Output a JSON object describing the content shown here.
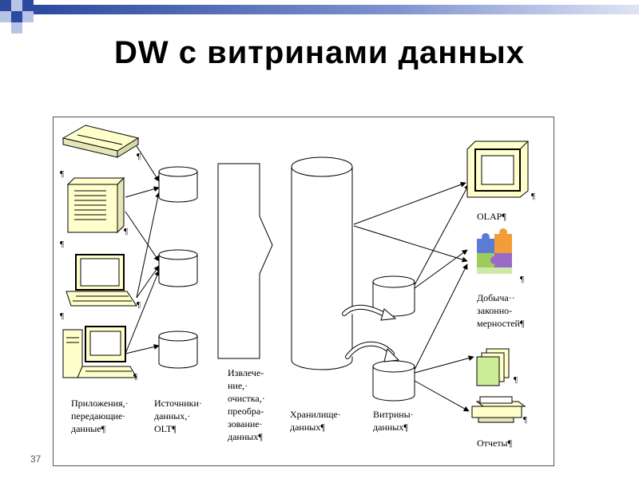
{
  "slide": {
    "title": "DW  с витринами данных",
    "number": "37"
  },
  "diagram": {
    "labels": {
      "apps_1": "Приложения,·",
      "apps_2": "передающие·",
      "apps_3": "данные¶",
      "sources_1": "Источники·",
      "sources_2": "данных,·",
      "sources_3": "OLT¶",
      "etl_1": "Извлече-",
      "etl_2": "ние,·",
      "etl_3": "очистка,·",
      "etl_4": "преобра-",
      "etl_5": "зование·",
      "etl_6": "данных¶",
      "warehouse_1": "Хранилище·",
      "warehouse_2": "данных¶",
      "marts_1": "Витрины·",
      "marts_2": "данных¶",
      "olap": "OLAP¶",
      "mining_1": "Добыча··",
      "mining_2": "законно-",
      "mining_3": "мерностей¶",
      "reports": "Отчеты¶"
    },
    "pilcrow": "¶",
    "icons": [
      "scanner-icon",
      "server-icon",
      "laptop-icon",
      "desktop-computer-icon",
      "monitor-icon",
      "puzzle-icon",
      "documents-icon",
      "printer-icon"
    ],
    "colors": {
      "device_fill": "#ffffcc",
      "line": "#000000",
      "deco_blue": "#2c4a9e",
      "deco_light": "#b8c4e6",
      "puzzle_orange": "#f39c3a",
      "puzzle_blue": "#5b7bd5",
      "puzzle_green": "#9ccc5a",
      "puzzle_purple": "#9a6ac8"
    }
  }
}
